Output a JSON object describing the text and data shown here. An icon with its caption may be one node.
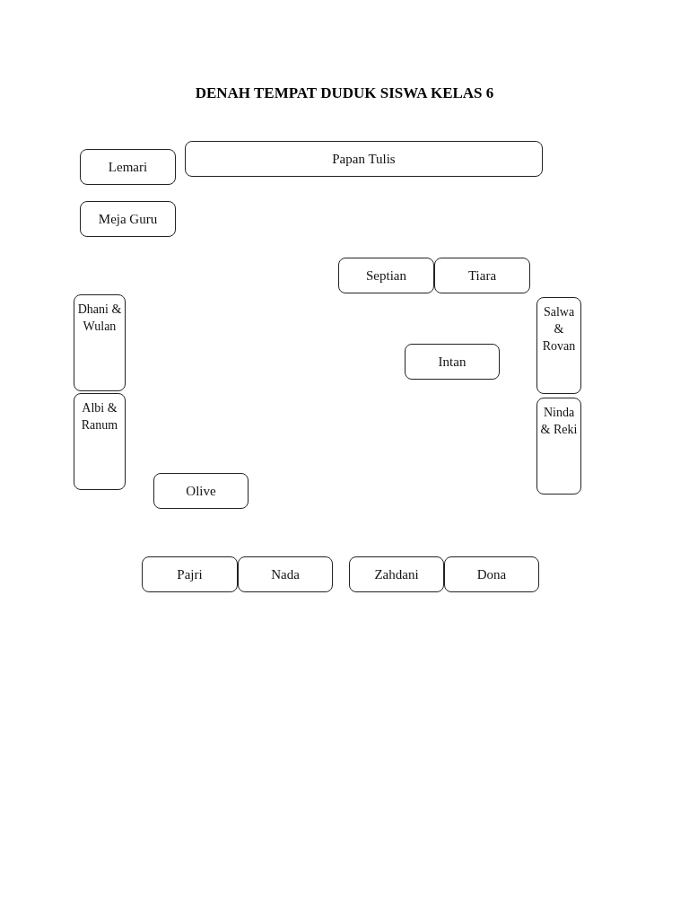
{
  "diagram": {
    "title": "DENAH TEMPAT DUDUK SISWA KELAS 6",
    "nodes": [
      {
        "text": [
          "Lemari"
        ]
      },
      {
        "text": [
          "Papan Tulis"
        ]
      },
      {
        "text": [
          "Meja Guru"
        ]
      },
      {
        "text": [
          "Septian"
        ]
      },
      {
        "text": [
          "Tiara"
        ]
      },
      {
        "text": [
          "Dhani & Wulan"
        ]
      },
      {
        "text": [
          "Salwa & Rovan"
        ]
      },
      {
        "text": [
          "Intan"
        ]
      },
      {
        "text": [
          "Albi & Ranum"
        ]
      },
      {
        "text": [
          "Ninda & Reki"
        ]
      },
      {
        "text": [
          "Olive"
        ]
      },
      {
        "text": [
          "Pajri"
        ]
      },
      {
        "text": [
          "Nada"
        ]
      },
      {
        "text": [
          "Zahdani"
        ]
      },
      {
        "text": [
          "Dona"
        ]
      }
    ],
    "edges": []
  }
}
